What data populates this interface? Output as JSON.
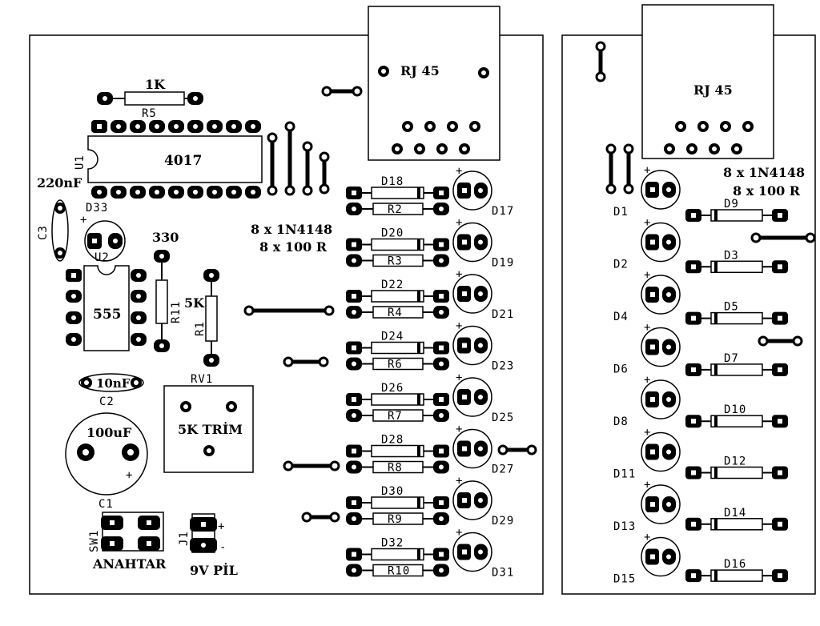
{
  "labels": {
    "rj45_a": "RJ 45",
    "rj45_b": "RJ 45",
    "r5_value": "1K",
    "r5_ref": "R5",
    "u1_ref": "U1",
    "ic_4017": "4017",
    "c3_value": "220nF",
    "c3_ref": "C3",
    "d33_ref": "D33",
    "u2_ref": "U2",
    "r11_value": "330",
    "r11_ref": "R11",
    "ic_555": "555",
    "r1_ref": "R1",
    "r1_value": "5K",
    "rv1_ref": "RV1",
    "rv1_label": "5K TRİM",
    "c2_value": "10nF",
    "c2_ref": "C2",
    "c1_value": "100uF",
    "c1_ref": "C1",
    "plus_sign": "+",
    "minus_sign": "-",
    "sw1_ref": "SW1",
    "switch_label": "ANAHTAR",
    "j1_ref": "J1",
    "battery_label": "9V PİL",
    "left_note_line1": "8 x 1N4148",
    "left_note_line2": "8 x 100 R",
    "right_note_line1": "8 x 1N4148",
    "right_note_line2": "8 x 100 R"
  },
  "left_rows": [
    {
      "diode": "D18",
      "resistor": "R2",
      "led": "D17"
    },
    {
      "diode": "D20",
      "resistor": "R3",
      "led": "D19"
    },
    {
      "diode": "D22",
      "resistor": "R4",
      "led": "D21"
    },
    {
      "diode": "D24",
      "resistor": "R6",
      "led": "D23"
    },
    {
      "diode": "D26",
      "resistor": "R7",
      "led": "D25"
    },
    {
      "diode": "D28",
      "resistor": "R8",
      "led": "D27"
    },
    {
      "diode": "D30",
      "resistor": "R9",
      "led": "D29"
    },
    {
      "diode": "D32",
      "resistor": "R10",
      "led": "D31"
    }
  ],
  "right_rows": [
    {
      "led": "D1",
      "diode": "D9"
    },
    {
      "led": "D2",
      "diode": "D3"
    },
    {
      "led": "D4",
      "diode": "D5"
    },
    {
      "led": "D6",
      "diode": "D7"
    },
    {
      "led": "D8",
      "diode": "D10"
    },
    {
      "led": "D11",
      "diode": "D12"
    },
    {
      "led": "D13",
      "diode": "D14"
    },
    {
      "led": "D15",
      "diode": "D16"
    }
  ]
}
